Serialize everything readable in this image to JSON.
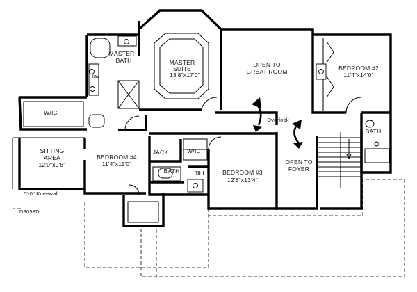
{
  "plan_code": "D3058D",
  "kneewall_note": "5'-0\" Kneewall",
  "overlook_label": "Overlook",
  "rooms": {
    "master_bath": {
      "name_line1": "MASTER",
      "name_line2": "BATH"
    },
    "master_suite": {
      "name_line1": "MASTER",
      "name_line2": "SUITE",
      "dims": "13'8\"x17'0\""
    },
    "great_room": {
      "name_line1": "OPEN TO",
      "name_line2": "GREAT ROOM"
    },
    "bedroom2": {
      "name": "BEDROOM #2",
      "dims": "11'4\"x14'0\""
    },
    "wic_left": {
      "name": "W/IC"
    },
    "sitting": {
      "name_line1": "SITTING",
      "name_line2": "AREA",
      "dims": "12'0\"x9'8\""
    },
    "bedroom4": {
      "name": "BEDROOM #4",
      "dims": "11'4\"x11'0\""
    },
    "jack": {
      "name": "JACK"
    },
    "wic_mid": {
      "name": "W/IC"
    },
    "bath_mid": {
      "name": "BATH"
    },
    "jill": {
      "name": "JILL"
    },
    "bedroom3": {
      "name": "BEDROOM #3",
      "dims": "12'8\"x13'4\""
    },
    "foyer": {
      "name_line1": "OPEN TO",
      "name_line2": "FOYER"
    },
    "bath_right": {
      "name": "BATH"
    },
    "lav_label": {
      "name": "lav"
    }
  }
}
